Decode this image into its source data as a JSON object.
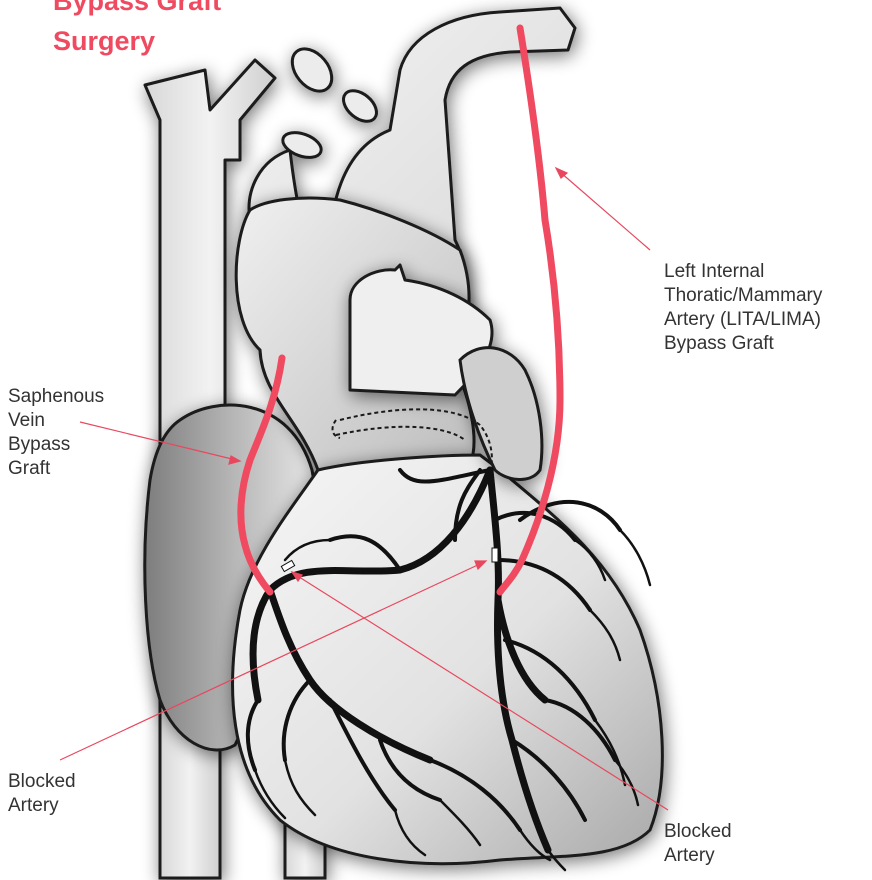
{
  "title": {
    "line1": "Bypass Graft",
    "line2": "Surgery"
  },
  "labels": {
    "lita": [
      "Left Internal",
      "Thoratic/Mammary",
      "Artery (LITA/LIMA)",
      "Bypass Graft"
    ],
    "saphenous": [
      "Saphenous",
      "Vein",
      "Bypass",
      "Graft"
    ],
    "blocked_left": [
      "Blocked",
      "Artery"
    ],
    "blocked_right": [
      "Blocked",
      "Artery"
    ]
  },
  "colors": {
    "graft": "#ef4a60",
    "vessel_outline": "#1a1a1a",
    "heart_fill": "#e8e8e8",
    "pointer": "#e8485e"
  }
}
